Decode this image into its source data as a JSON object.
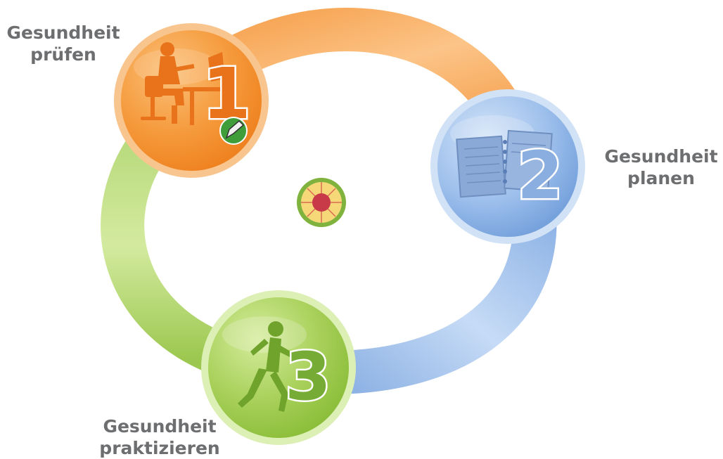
{
  "steps": [
    {
      "number": "1",
      "label_line1": "Gesundheit",
      "label_line2": "prüfen",
      "icon": "person-at-desk-icon",
      "color": "#f0811e"
    },
    {
      "number": "2",
      "label_line1": "Gesundheit",
      "label_line2": "planen",
      "icon": "notebook-icon",
      "color": "#7aa7e0"
    },
    {
      "number": "3",
      "label_line1": "Gesundheit",
      "label_line2": "praktizieren",
      "icon": "runner-icon",
      "color": "#8fc23e"
    }
  ],
  "badges": {
    "edit_icon": "pencil-icon",
    "center_icon": "health-wheel-icon"
  },
  "colors": {
    "label_text": "#6d6e70",
    "orange": "#f0811e",
    "blue": "#7aa7e0",
    "green": "#8fc23e"
  }
}
